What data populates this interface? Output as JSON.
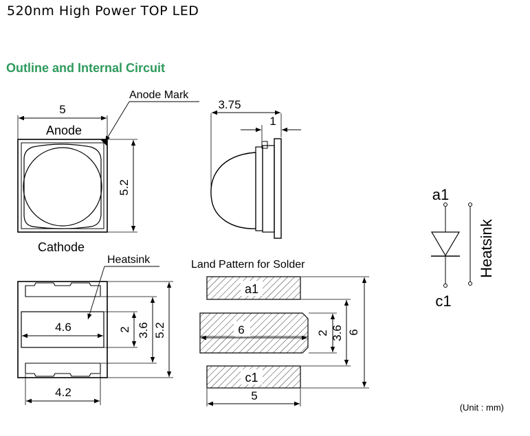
{
  "header": {
    "title": "520nm High Power TOP LED",
    "section_title": "Outline and Internal Circuit"
  },
  "top_view": {
    "width_dim": "5",
    "height_dim": "5.2",
    "anode_label": "Anode",
    "cathode_label": "Cathode",
    "anode_mark_label": "Anode Mark"
  },
  "side_view": {
    "depth_dim": "3.75",
    "flange_dim": "1"
  },
  "bottom_view": {
    "heatsink_label": "Heatsink",
    "heatsink_width_dim": "4.6",
    "pad_width_dim": "4.2",
    "dim_2": "2",
    "dim_3_6": "3.6",
    "dim_5_2": "5.2"
  },
  "land_pattern": {
    "title": "Land Pattern for Solder",
    "pad_a1": "a1",
    "pad_c1": "c1",
    "center_dim": "6",
    "width_dim": "5",
    "dim_2": "2",
    "dim_3_6": "3.6",
    "dim_6": "6"
  },
  "circuit": {
    "anode_label": "a1",
    "cathode_label": "c1",
    "heatsink_label": "Heatsink"
  },
  "footer": {
    "unit_note": "(Unit : mm)"
  }
}
